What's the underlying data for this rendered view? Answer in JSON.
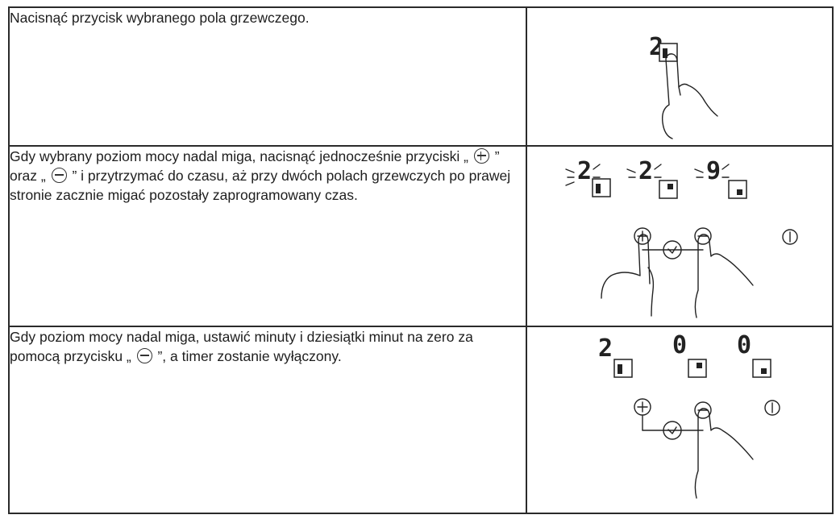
{
  "steps": [
    {
      "text": "Nacisnąć przycisk wybranego pola grzewczego.",
      "figure": {
        "digits": [
          "2"
        ]
      }
    },
    {
      "text_parts": [
        "Gdy wybrany poziom mocy nadal miga, nacisnąć jednocześnie przyciski „ ",
        " ” oraz „ ",
        " ” i przytrzymać do czasu, aż przy dwóch polach grzewczych po prawej stronie zacznie migać pozostały zaprogramowany czas."
      ],
      "figure": {
        "digits": [
          "2",
          "2",
          "9"
        ]
      }
    },
    {
      "text_parts": [
        "Gdy poziom mocy nadal miga, ustawić minuty i dziesiątki minut na zero za pomocą przycisku „ ",
        " ”, a timer zostanie wyłączony."
      ],
      "figure": {
        "digits": [
          "2",
          "0",
          "0"
        ]
      }
    }
  ],
  "icons": [
    "plus-circle-icon",
    "minus-circle-icon",
    "timer-icon",
    "power-icon",
    "finger-hand-icon",
    "cooking-zone-icon"
  ]
}
